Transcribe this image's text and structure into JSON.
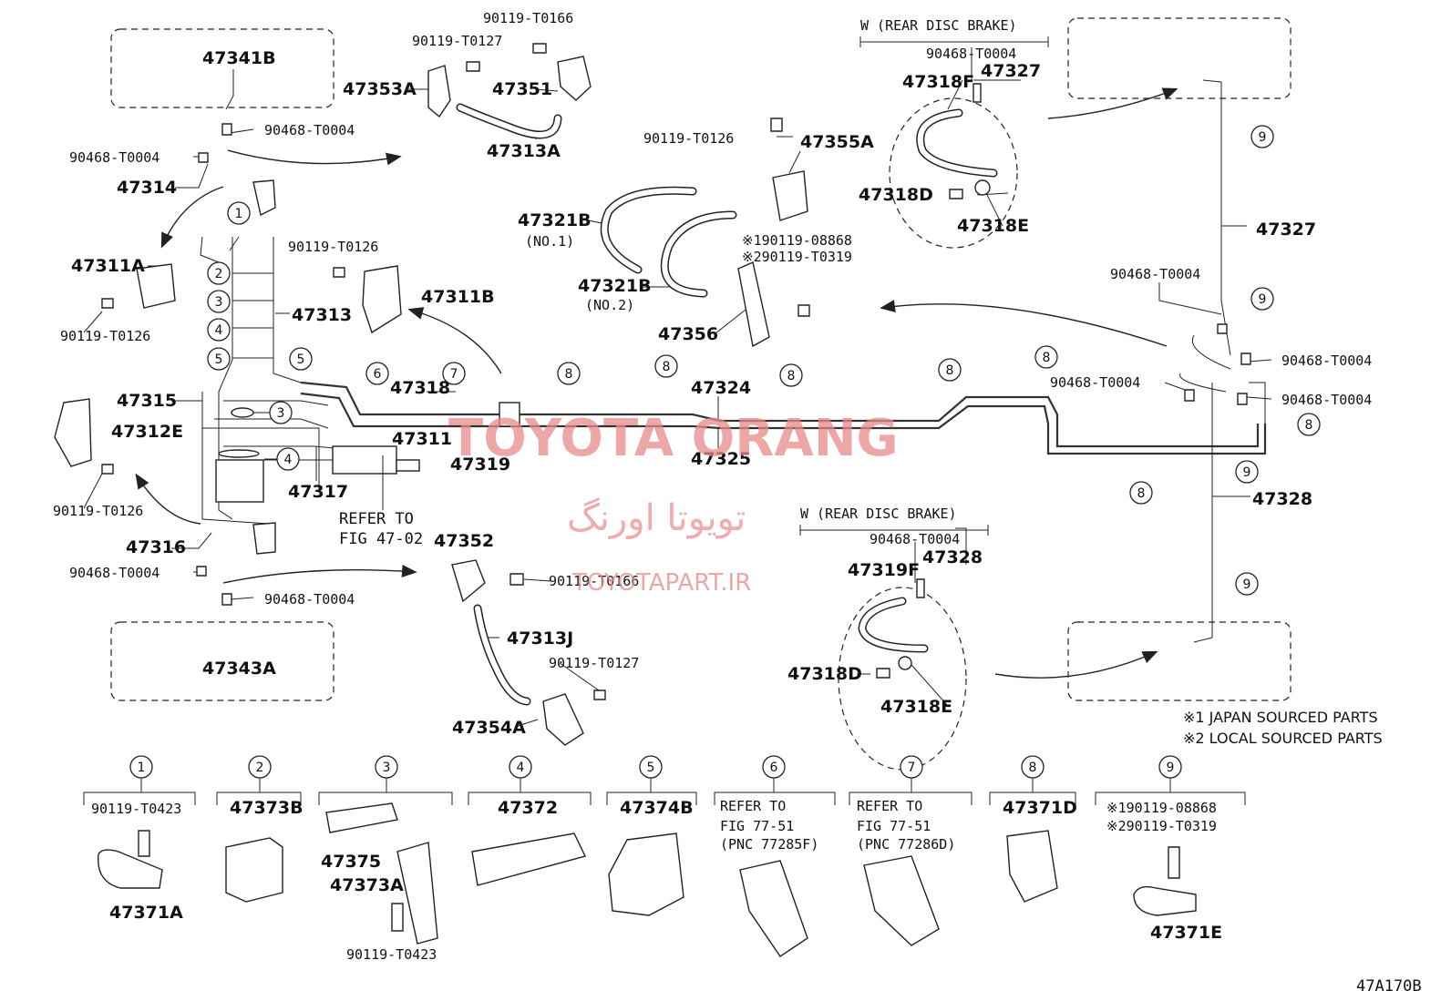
{
  "figure_code": "47A170B",
  "watermark": {
    "brand": "TOYOTA ORANG",
    "persian": "تویوتا اورنگ",
    "site": "TOYOTAPART.IR"
  },
  "notes": {
    "japan": "※1 JAPAN SOURCED PARTS",
    "local": "※2 LOCAL SOURCED PARTS"
  },
  "rear_disc": {
    "top": "W (REAR DISC BRAKE)",
    "bottom": "W (REAR DISC BRAKE)"
  },
  "labels": {
    "p47341B": "47341B",
    "p47343A": "47343A",
    "p47353A": "47353A",
    "p47351": "47351",
    "p47313A": "47313A",
    "p47314": "47314",
    "p47311A": "47311A",
    "p47313": "47313",
    "p47315": "47315",
    "p47312E": "47312E",
    "p47316": "47316",
    "p47311B": "47311B",
    "p47318": "47318",
    "p47311": "47311",
    "p47319": "47319",
    "p47317": "47317",
    "p47324": "47324",
    "p47325": "47325",
    "p47352": "47352",
    "p47313J": "47313J",
    "p47354A": "47354A",
    "p47355A": "47355A",
    "p47321B1": "47321B",
    "p47321B1_sub": "(NO.1)",
    "p47321B2": "47321B",
    "p47321B2_sub": "(NO.2)",
    "p47356": "47356",
    "p47318F": "47318F",
    "p47327a": "47327",
    "p47318D_top": "47318D",
    "p47318E_top": "47318E",
    "p47327b": "47327",
    "p47328a": "47328",
    "p47319F": "47319F",
    "p47328b": "47328",
    "p47318D_bot": "47318D",
    "p47318E_bot": "47318E",
    "refer_fig_4702_1": "REFER TO",
    "refer_fig_4702_2": "FIG 47-02",
    "b90119T0166_a": "90119-T0166",
    "b90119T0127_a": "90119-T0127",
    "c90468T0004_a": "90468-T0004",
    "c90468T0004_b": "90468-T0004",
    "b90119T0126_a": "90119-T0126",
    "b90119T0126_b": "90119-T0126",
    "b90119T0126_c": "90119-T0126",
    "b90119T0126_d": "90119-T0126",
    "c90468T0004_c": "90468-T0004",
    "c90468T0004_d": "90468-T0004",
    "b90119T0166_b": "90119-T0166",
    "b90119T0127_b": "90119-T0127",
    "b1_9011908868": "※190119-08868",
    "b2_90119T0319": "※290119-T0319",
    "c90468T0004_rt": "90468-T0004",
    "c90468T0004_r1": "90468-T0004",
    "c90468T0004_r2": "90468-T0004",
    "c90468T0004_r3": "90468-T0004",
    "c90468T0004_r4": "90468-T0004",
    "c90468T0004_rb": "90468-T0004"
  },
  "callouts": [
    "1",
    "2",
    "3",
    "4",
    "5",
    "6",
    "7",
    "8",
    "9"
  ],
  "legend": [
    {
      "num": "1",
      "lines": [
        "90119-T0423",
        "47371A"
      ]
    },
    {
      "num": "2",
      "lines": [
        "47373B"
      ]
    },
    {
      "num": "3",
      "lines": [
        "47375",
        "47373A",
        "90119-T0423"
      ]
    },
    {
      "num": "4",
      "lines": [
        "47372"
      ]
    },
    {
      "num": "5",
      "lines": [
        "47374B"
      ]
    },
    {
      "num": "6",
      "lines": [
        "REFER TO",
        "FIG 77-51",
        "(PNC 77285F)"
      ]
    },
    {
      "num": "7",
      "lines": [
        "REFER TO",
        "FIG 77-51",
        "(PNC 77286D)"
      ]
    },
    {
      "num": "8",
      "lines": [
        "47371D"
      ]
    },
    {
      "num": "9",
      "lines": [
        "※190119-08868",
        "※290119-T0319",
        "47371E"
      ]
    }
  ]
}
